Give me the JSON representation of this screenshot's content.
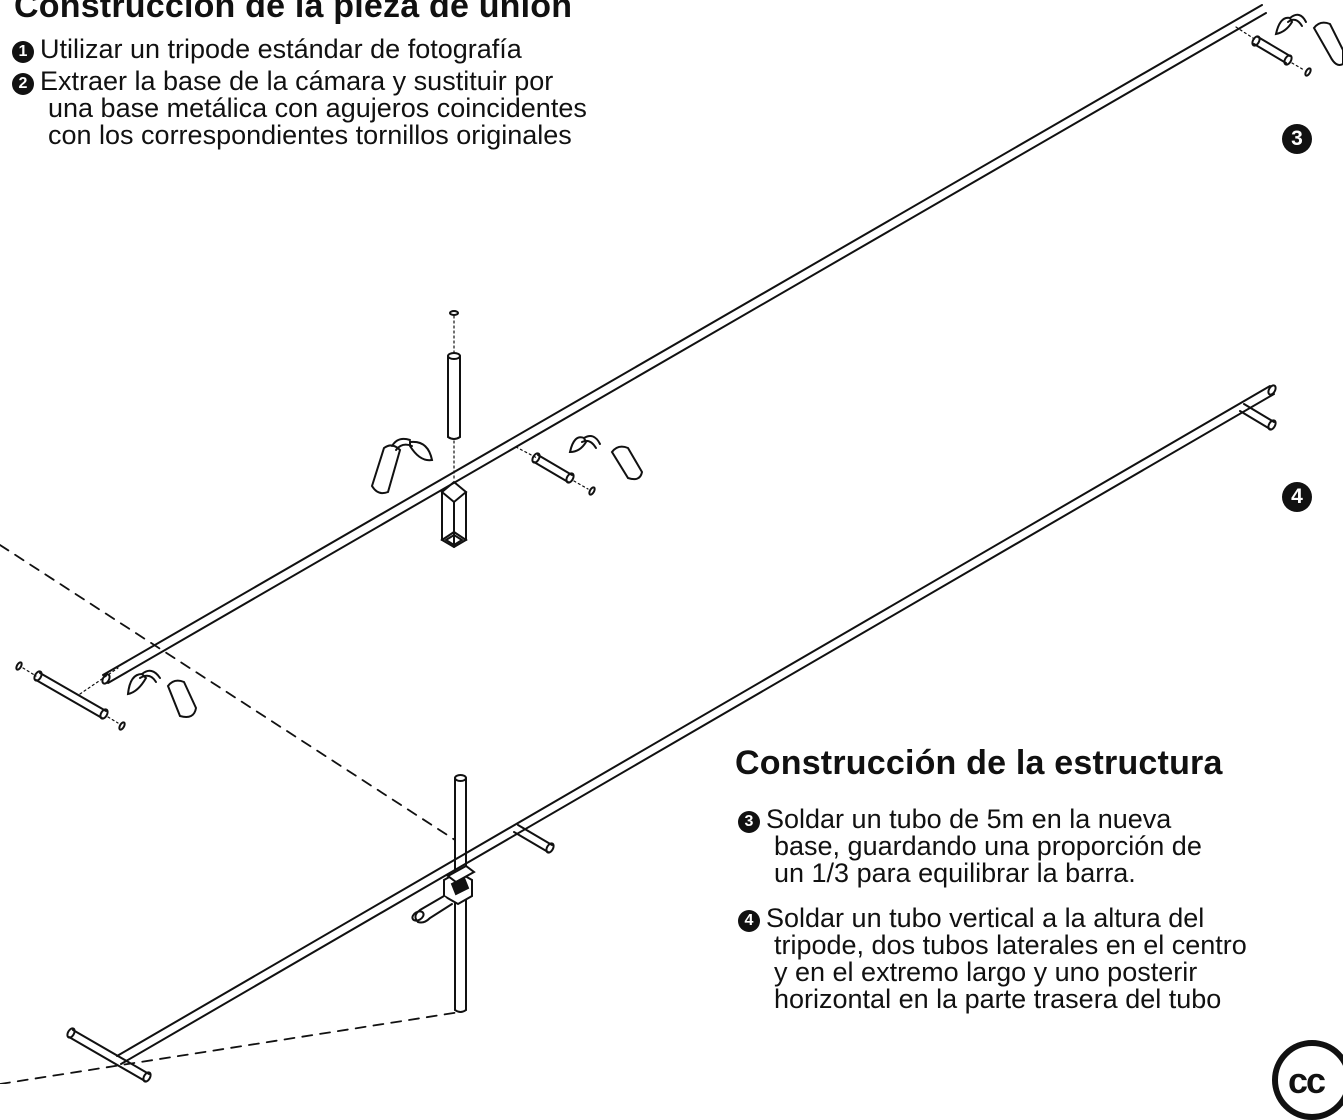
{
  "part1": {
    "title": "Construcción de la pieza de unión",
    "steps": [
      {
        "number": "1",
        "lines": [
          "Utilizar un tripode estándar de fotografía"
        ]
      },
      {
        "number": "2",
        "lines": [
          "Extraer la base de la cámara y sustituir por",
          "una base metálica con agujeros coincidentes",
          "con los correspondientes tornillos originales"
        ]
      }
    ]
  },
  "part2": {
    "title": "Construcción de la estructura",
    "steps": [
      {
        "number": "3",
        "lines": [
          "Soldar un tubo de 5m en la nueva",
          "base, guardando una proporción de",
          "un 1/3 para equilibrar la barra."
        ]
      },
      {
        "number": "4",
        "lines": [
          "Soldar un tubo vertical a la altura del",
          "tripode, dos tubos laterales en el centro",
          "y en el extremo largo y uno posterir",
          "horizontal en la parte trasera del tubo"
        ]
      }
    ]
  },
  "diagram": {
    "labels": [
      "3",
      "4"
    ]
  },
  "license": {
    "mark": "cc"
  },
  "colors": {
    "ink": "#111111",
    "paper": "#ffffff"
  }
}
